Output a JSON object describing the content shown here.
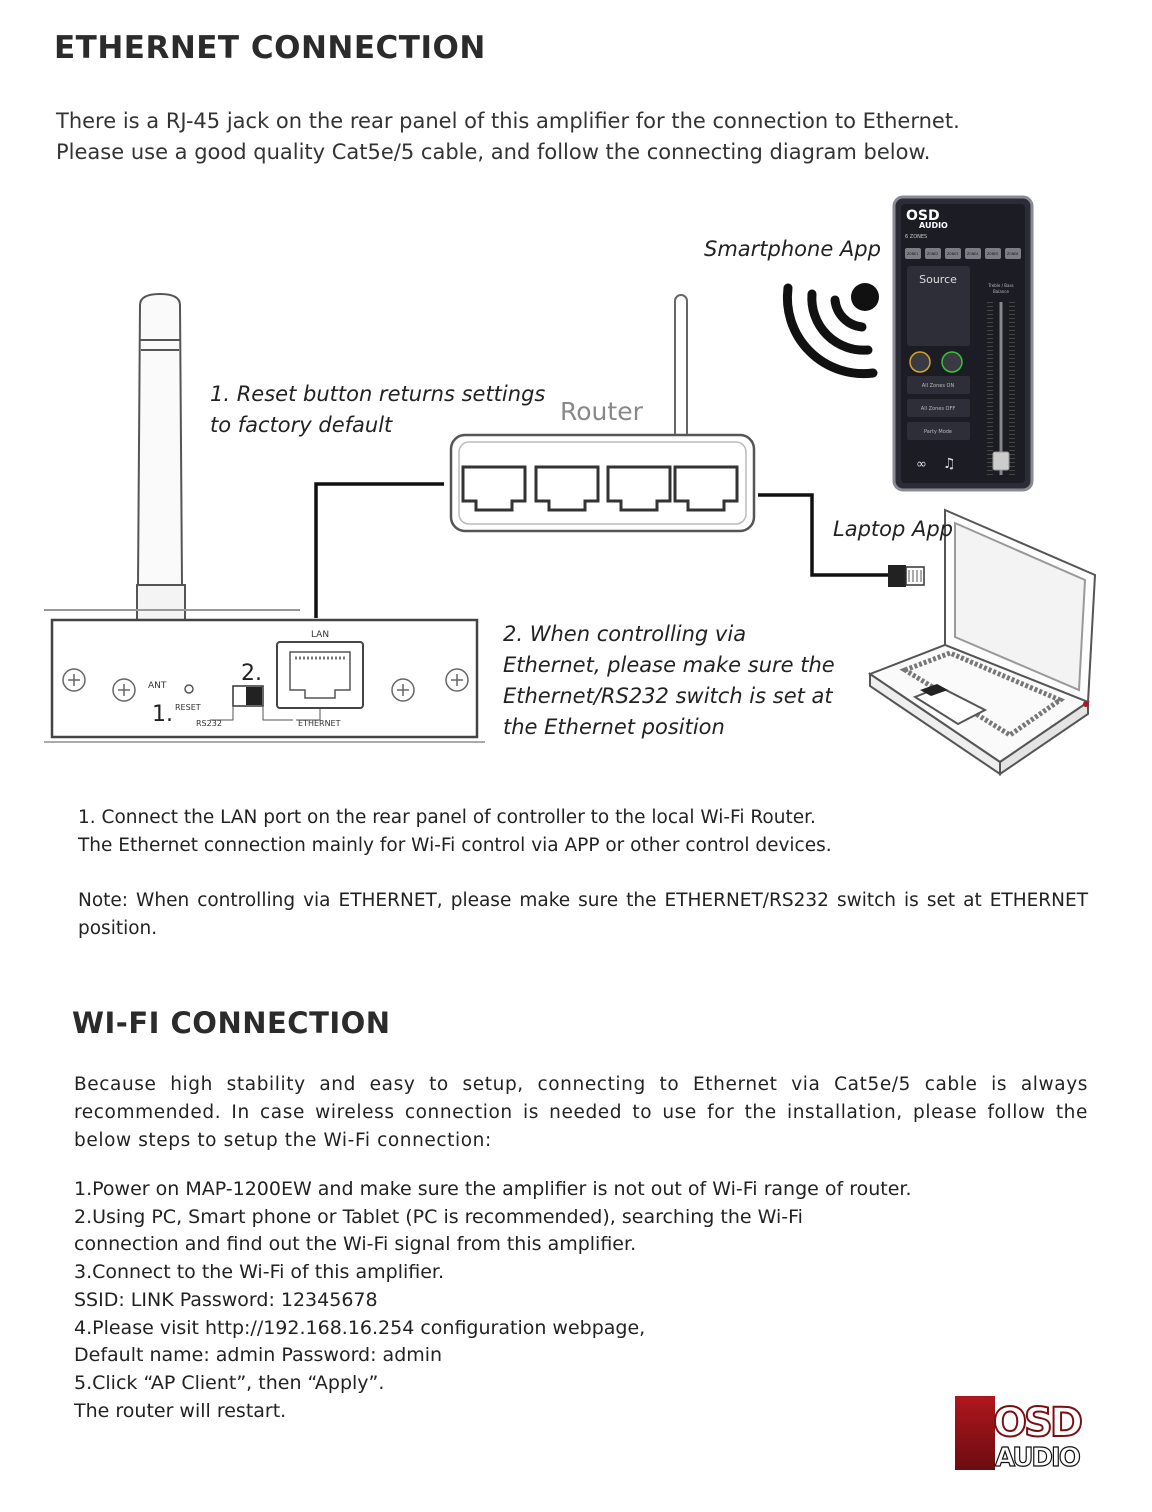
{
  "ethernet": {
    "title": "ETHERNET CONNECTION",
    "intro_lines": [
      "There is a RJ-45 jack on  the rear panel of this amplifier for the connection to Ethernet.",
      "Please use a good quality Cat5e/5 cable, and follow the connecting diagram below."
    ],
    "diagram": {
      "smartphone_label": "Smartphone App",
      "router_label": "Router",
      "laptop_label": "Laptop App",
      "note1_lines": [
        "1. Reset button returns settings",
        "to factory default"
      ],
      "note2_lines": [
        "2. When controlling via",
        "Ethernet, please make sure the",
        "Ethernet/RS232 switch is set at",
        "the Ethernet position"
      ],
      "panel": {
        "lan": "LAN",
        "ant": "ANT",
        "reset": "RESET",
        "rs232": "RS232",
        "ethernet": "ETHERNET",
        "marker1": "1.",
        "marker2": "2."
      },
      "phone": {
        "brand_top": "OSD",
        "brand_bottom": "AUDIO",
        "zones_label": "6 ZONES",
        "zone_buttons": [
          "ZONE1",
          "ZONE2",
          "ZONE3",
          "ZONE4",
          "ZONE5",
          "ZONE6"
        ],
        "source": "Source",
        "treble": "Treble / Bass",
        "balance": "Balance",
        "all_on": "All Zones ON",
        "all_off": "All Zones OFF",
        "party": "Party Mode"
      }
    },
    "body_p1_lines": [
      "1. Connect the LAN port on the rear panel of controller to the local Wi-Fi Router.",
      "The Ethernet connection mainly for Wi-Fi control via APP or other control devices."
    ],
    "note": "Note: When controlling via ETHERNET, please make sure the ETHERNET/RS232 switch is set at ETHERNET position."
  },
  "wifi": {
    "title": "WI-FI CONNECTION",
    "intro": "Because high stability and easy to setup, connecting to Ethernet via Cat5e/5 cable is always recommended. In case wireless connection is needed to use for the installation, please follow the below steps to setup the Wi-Fi connection:",
    "steps": [
      "1.Power on MAP-1200EW and make sure the amplifier is not out of Wi-Fi range of router.",
      "2.Using PC, Smart phone or Tablet (PC is recommended), searching the Wi-Fi",
      "connection and find out the Wi-Fi signal from this amplifier.",
      "3.Connect to the Wi-Fi of this amplifier.",
      "SSID: LINK    Password: 12345678",
      "4.Please visit http://192.168.16.254 configuration webpage,",
      "Default name: admin Password: admin",
      "5.Click “AP Client”, then “Apply”.",
      "The router will restart."
    ]
  },
  "logo": {
    "top": "OSD",
    "bottom": "AUDIO",
    "color": "#b0171d"
  }
}
